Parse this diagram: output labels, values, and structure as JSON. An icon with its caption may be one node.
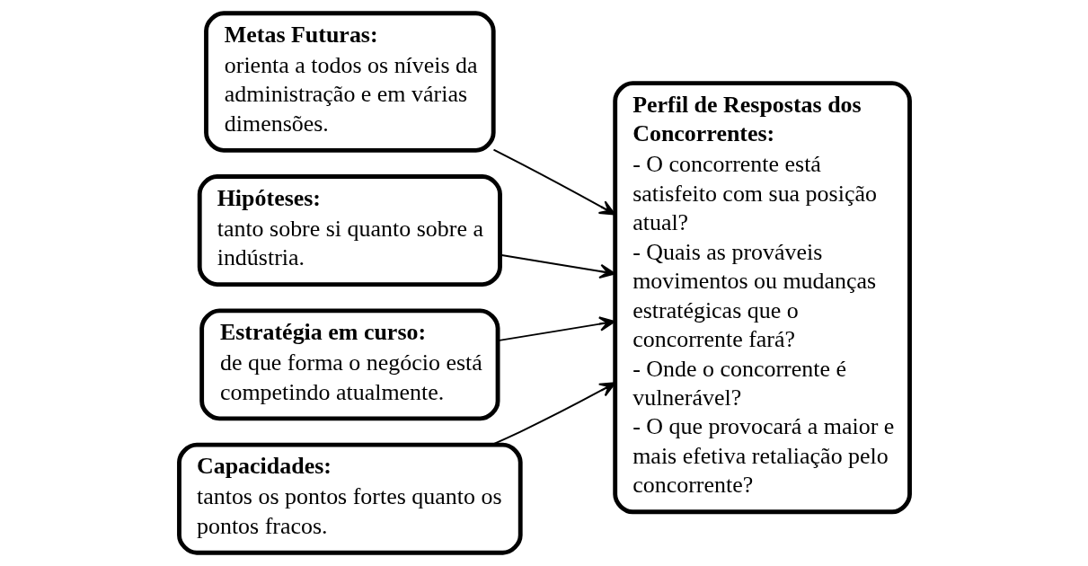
{
  "diagram": {
    "nodes": [
      {
        "text": [
          "Metas Futuras:",
          "orienta a todos os níveis da administração e em várias dimensões."
        ]
      },
      {
        "text": [
          "Hipóteses:",
          "tanto sobre si quanto sobre a indústria."
        ]
      },
      {
        "text": [
          "Estratégia em curso:",
          "de que forma o negócio está competindo atualmente."
        ]
      },
      {
        "text": [
          "Capacidades:",
          "tantos os pontos fortes quanto os pontos fracos."
        ]
      },
      {
        "text": [
          "Perfil de Respostas dos Concorrentes:",
          "- O concorrente está satisfeito com sua posição atual?",
          "- Quais as prováveis movimentos ou mudanças estratégicas que o concorrente fará?",
          "- Onde o concorrente é vulnerável?",
          "- O que provocará a maior e mais efetiva retaliação pelo concorrente?"
        ]
      }
    ],
    "edges": [
      {
        "from": 0,
        "to": 4,
        "arrow": "to"
      },
      {
        "from": 1,
        "to": 4,
        "arrow": "to"
      },
      {
        "from": 2,
        "to": 4,
        "arrow": "to"
      },
      {
        "from": 3,
        "to": 4,
        "arrow": "to"
      }
    ]
  }
}
